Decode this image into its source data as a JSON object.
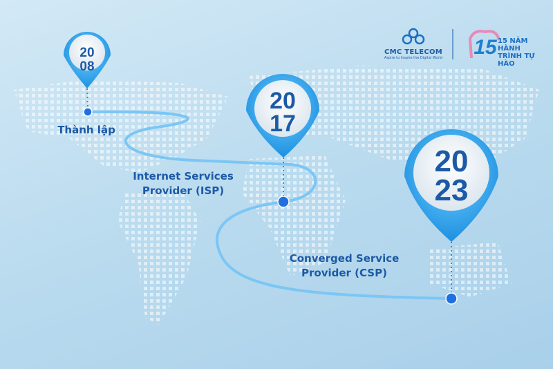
{
  "brand": {
    "name": "CMC TELECOM",
    "tagline": "Aspire to Inspire the Digital World",
    "anniversary": "15 NĂM HÀNH TRÌNH TỰ HÀO"
  },
  "milestones": [
    {
      "year_top": "20",
      "year_bottom": "08",
      "label": "Thành lập"
    },
    {
      "year_top": "20",
      "year_bottom": "17",
      "label_line1": "Internet Services",
      "label_line2": "Provider (ISP)"
    },
    {
      "year_top": "20",
      "year_bottom": "23",
      "label_line1": "Converged Service",
      "label_line2": "Provider (CSP)"
    }
  ],
  "colors": {
    "accent": "#1d5aa6",
    "pin": "#2aa6ee",
    "path": "#7cc6f4"
  }
}
